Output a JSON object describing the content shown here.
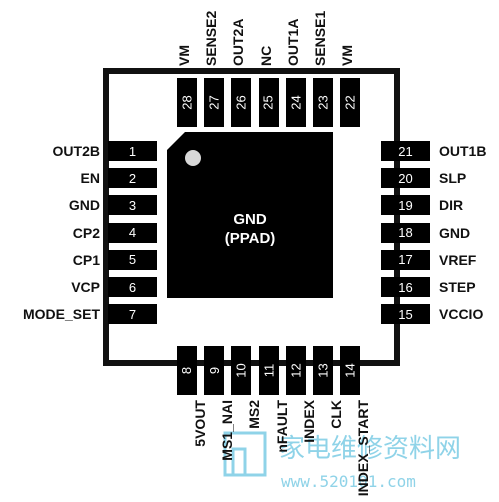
{
  "package": {
    "center_label_line1": "GND",
    "center_label_line2": "(PPAD)"
  },
  "left_pins": [
    {
      "num": "1",
      "name": "OUT2B"
    },
    {
      "num": "2",
      "name": "EN"
    },
    {
      "num": "3",
      "name": "GND"
    },
    {
      "num": "4",
      "name": "CP2"
    },
    {
      "num": "5",
      "name": "CP1"
    },
    {
      "num": "6",
      "name": "VCP"
    },
    {
      "num": "7",
      "name": "MODE_SET"
    }
  ],
  "right_pins": [
    {
      "num": "21",
      "name": "OUT1B"
    },
    {
      "num": "20",
      "name": "SLP"
    },
    {
      "num": "19",
      "name": "DIR"
    },
    {
      "num": "18",
      "name": "GND"
    },
    {
      "num": "17",
      "name": "VREF"
    },
    {
      "num": "16",
      "name": "STEP"
    },
    {
      "num": "15",
      "name": "VCCIO"
    }
  ],
  "top_pins": [
    {
      "num": "28",
      "name": "VM"
    },
    {
      "num": "27",
      "name": "SENSE2"
    },
    {
      "num": "26",
      "name": "OUT2A"
    },
    {
      "num": "25",
      "name": "NC"
    },
    {
      "num": "24",
      "name": "OUT1A"
    },
    {
      "num": "23",
      "name": "SENSE1"
    },
    {
      "num": "22",
      "name": "VM"
    }
  ],
  "bottom_pins": [
    {
      "num": "8",
      "name": "5VOUT"
    },
    {
      "num": "9",
      "name": "MS1_NAI"
    },
    {
      "num": "10",
      "name": "MS2"
    },
    {
      "num": "11",
      "name": "nFAULT"
    },
    {
      "num": "12",
      "name": "INDEX"
    },
    {
      "num": "13",
      "name": "CLK"
    },
    {
      "num": "14",
      "name": "INDEX_START"
    }
  ],
  "watermark": {
    "title": "家电维修资料网",
    "url": "www.520101.com",
    "color": "#8fd3e8"
  }
}
